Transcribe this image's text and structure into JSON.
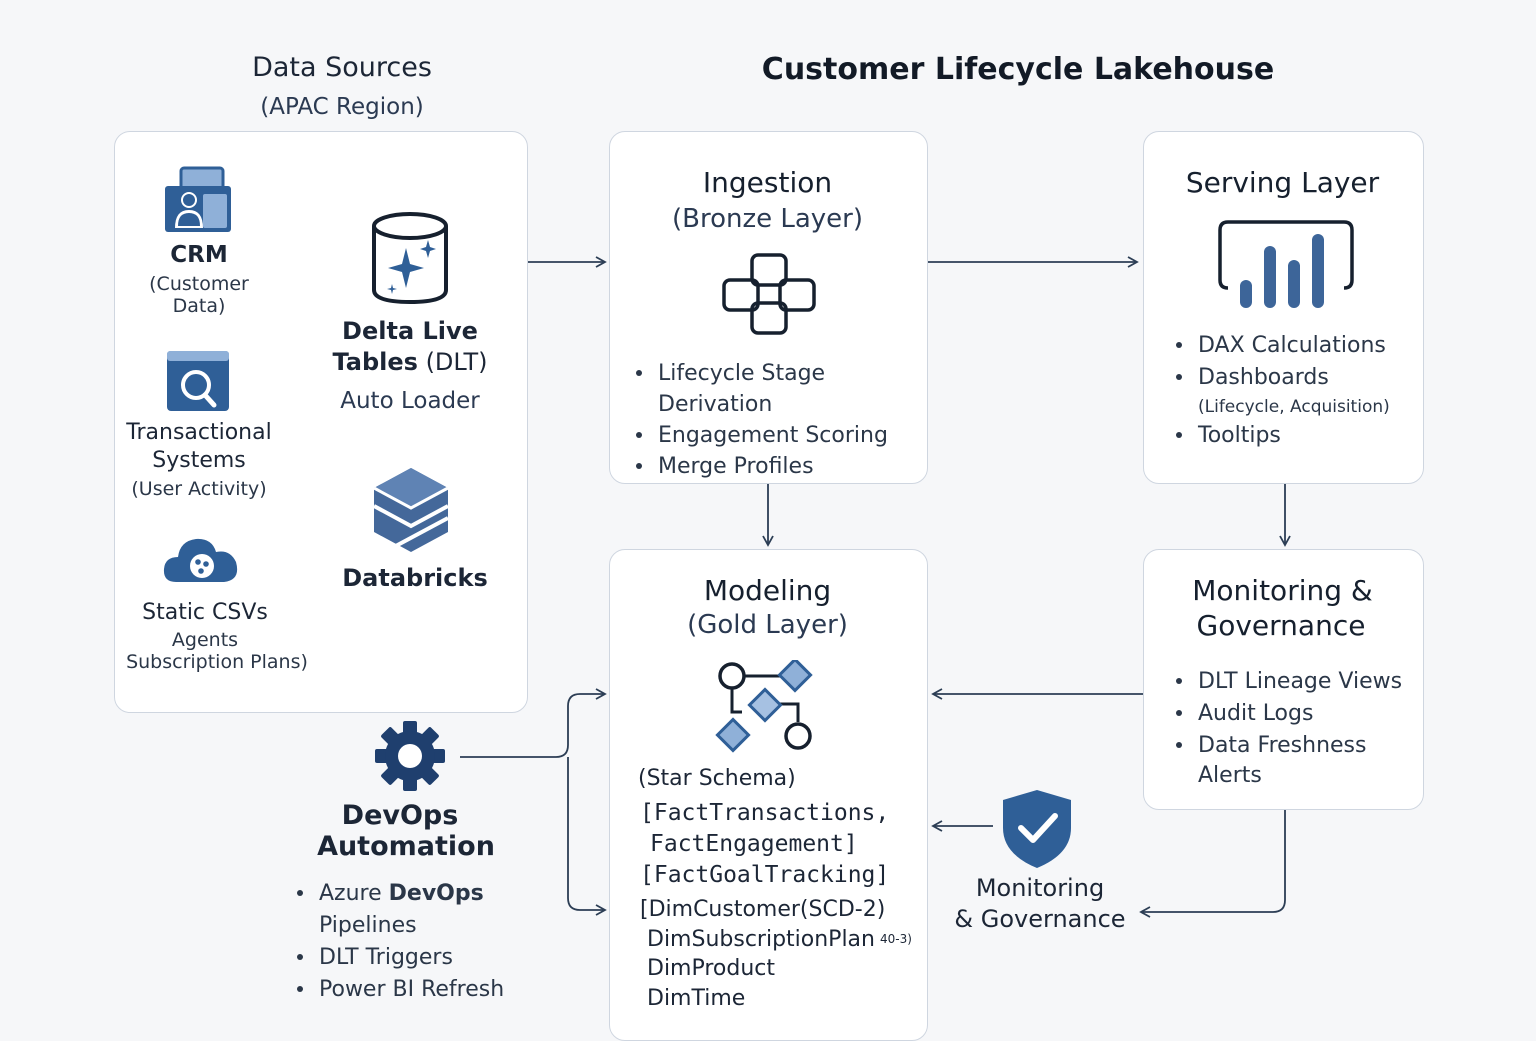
{
  "titles": {
    "data_sources": "Data Sources",
    "data_sources_region": "(APAC Region)",
    "main": "Customer Lifecycle Lakehouse"
  },
  "sources": {
    "crm": {
      "name": "CRM",
      "detail_1": "(Customer",
      "detail_2": "Data)"
    },
    "transactional": {
      "name_1": "Transactional",
      "name_2": "Systems",
      "detail": "(User Activity)"
    },
    "csv": {
      "name": "Static CSVs",
      "detail_1": "Agents",
      "detail_2": "Subscription Plans)"
    }
  },
  "dlt": {
    "line_1": "Delta Live",
    "line_2_bold": "Tables",
    "line_2_rest": " (DLT)",
    "auto_loader": "Auto Loader"
  },
  "databricks": {
    "label": "Databricks"
  },
  "ingestion": {
    "title": "Ingestion",
    "subtitle": "(Bronze Layer)",
    "items": [
      "Lifecycle Stage Derivation",
      "Engagement Scoring",
      "Merge Profiles"
    ]
  },
  "serving": {
    "title": "Serving Layer",
    "items": [
      "DAX Calculations",
      "Dashboards",
      "Tooltips"
    ],
    "dashboards_note": "(Lifecycle, Acquisition)"
  },
  "modeling": {
    "title": "Modeling",
    "subtitle": "(Gold Layer)",
    "schema_label": "(Star Schema)",
    "fact_1": "[FactTransactions,",
    "fact_2": "FactEngagement]",
    "fact_3": "[FactGoalTracking]",
    "dim_customer": "[DimCustomer(SCD-2)",
    "dim_subscription": "DimSubscriptionPlan",
    "dim_subscription_note": "40-3)",
    "dim_product": "DimProduct",
    "dim_time": "DimTime"
  },
  "monitoring_box": {
    "title_1": "Monitoring &",
    "title_2": "Governance",
    "items": [
      "DLT Lineage Views",
      "Audit Logs",
      "Data Freshness"
    ],
    "item_3_cont": "Alerts"
  },
  "monitoring_node": {
    "line_1": "Monitoring",
    "line_2": "& Governance"
  },
  "devops": {
    "title_1": "DevOps",
    "title_2": "Automation",
    "item_1_a": "Azure ",
    "item_1_b": "DevOps",
    "item_1_cont": "Pipelines",
    "items_rest": [
      "DLT Triggers",
      "Power BI Refresh"
    ]
  },
  "colors": {
    "icon_blue": "#2f5f97",
    "icon_light": "#8fb0d8",
    "line": "#2c3e55",
    "border": "#cfd6e0",
    "background": "#f6f7f9"
  }
}
